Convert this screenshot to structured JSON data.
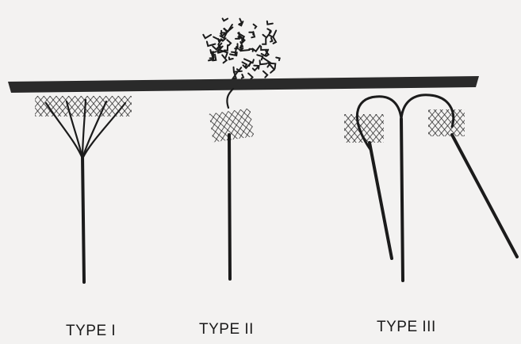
{
  "labels": {
    "type1": "TYPE I",
    "type2": "TYPE II",
    "type3": "TYPE III"
  },
  "colors": {
    "background": "#f3f2f1",
    "ink": "#1b1b1b",
    "bar": "#2a2a2a"
  }
}
